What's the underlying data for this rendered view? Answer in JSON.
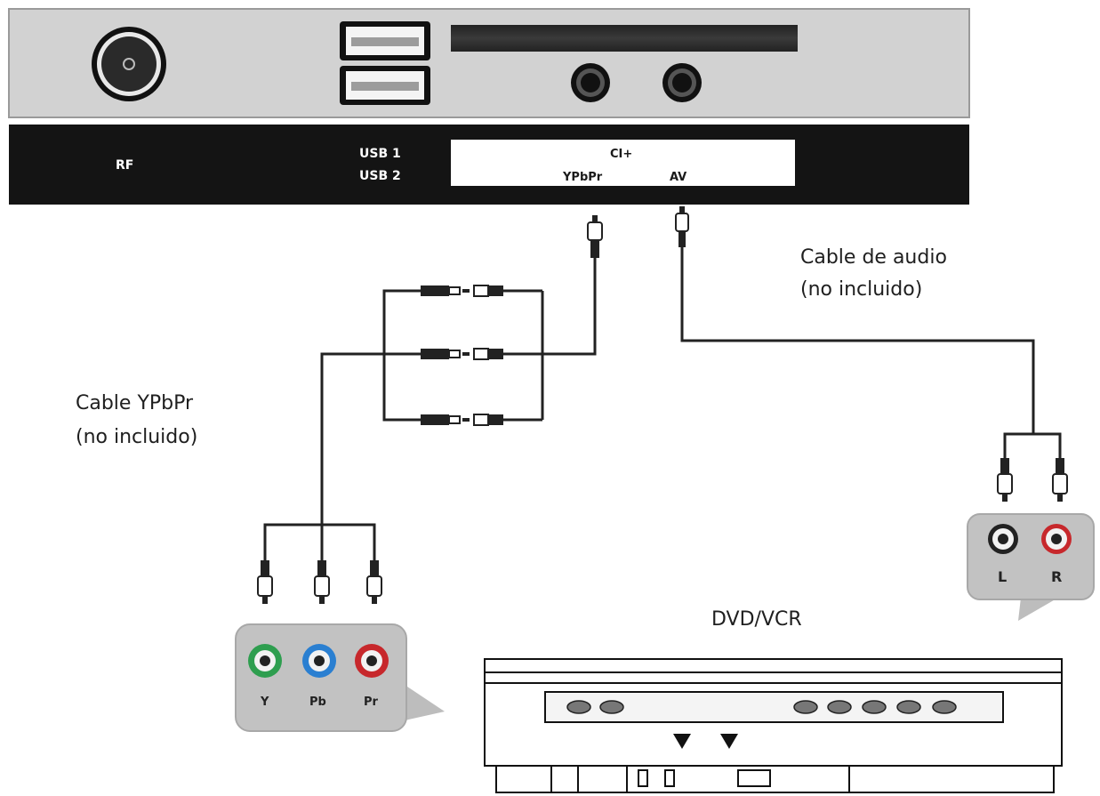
{
  "tv_panel": {
    "labels": {
      "rf": "RF",
      "usb1": "USB 1",
      "usb2": "USB 2",
      "ci": "CI+",
      "ypbpr": "YPbPr",
      "av": "AV"
    }
  },
  "cables": {
    "ypbpr_caption": [
      "Cable YPbPr",
      "(no incluido)"
    ],
    "audio_caption": [
      "Cable de audio",
      "(no incluido)"
    ]
  },
  "component_jacks": {
    "labels": [
      "Y",
      "Pb",
      "Pr"
    ],
    "colors": [
      "#2e9e4f",
      "#2a7fd1",
      "#c7282c"
    ]
  },
  "audio_jacks": {
    "labels": [
      "L",
      "R"
    ],
    "colors": [
      "#f2f2f2",
      "#c7282c"
    ]
  },
  "device": {
    "label": "DVD/VCR"
  }
}
